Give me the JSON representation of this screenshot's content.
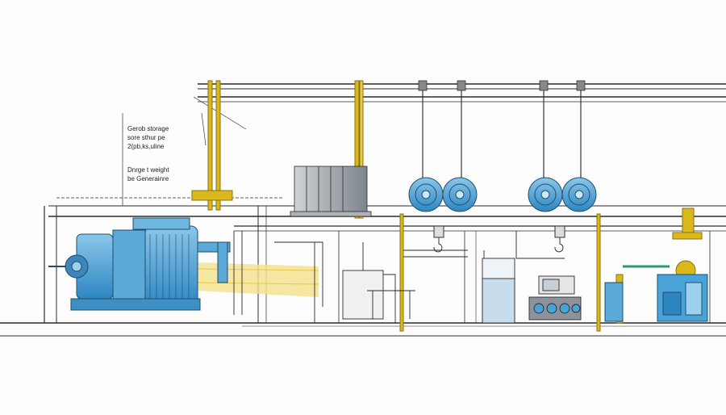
{
  "annotations": {
    "block_a": [
      "Gerob storage",
      "sore sthur pe",
      "2(pb,ks,uline"
    ],
    "block_b": [
      "Dnrge t weight",
      "be Generainre"
    ]
  },
  "colors": {
    "line": "#2b2b2b",
    "accent_blue": "#4aa3d8",
    "accent_yellow": "#d8b81c",
    "highlight_yellow": "#f3e08a",
    "machine_gray": "#8d939a"
  },
  "icons": [
    "generator-icon",
    "cable-drum-icon",
    "gantry-crane-icon",
    "hook-icon",
    "pump-icon",
    "control-panel-icon"
  ]
}
